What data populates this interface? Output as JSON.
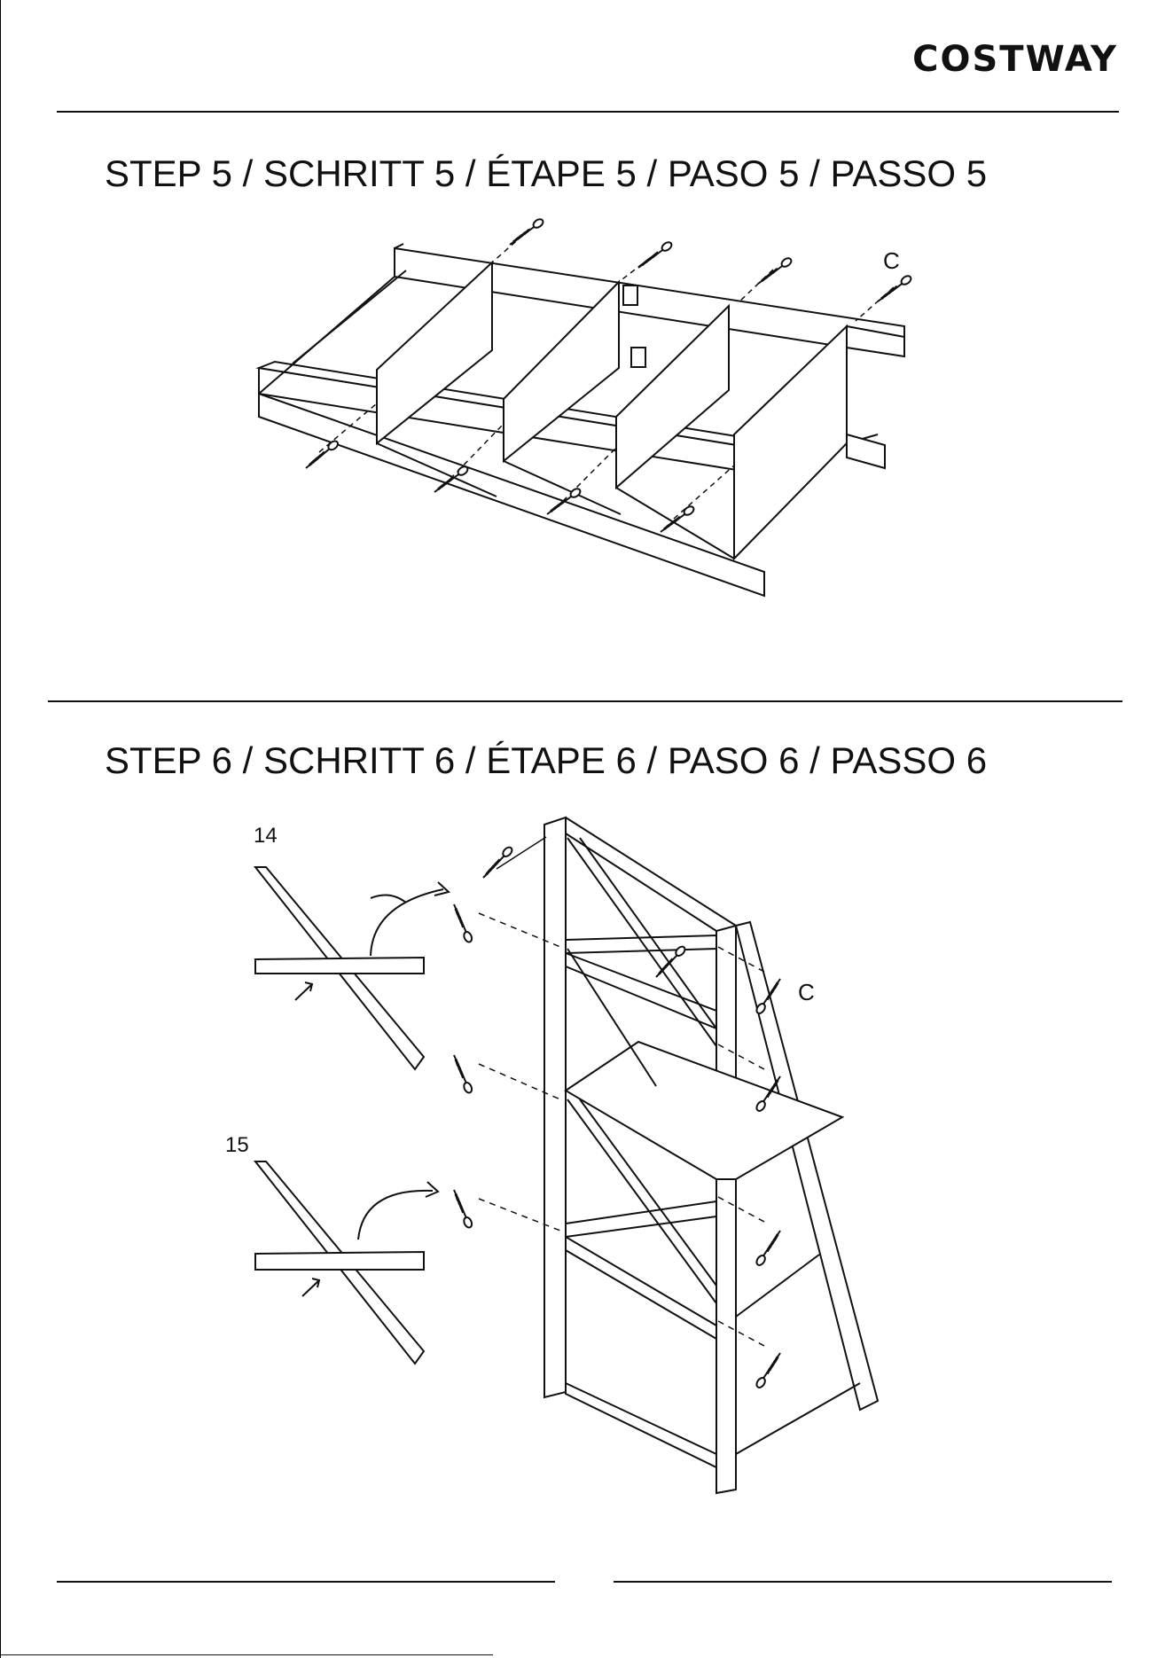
{
  "header": {
    "brand": "COSTWAY"
  },
  "step5": {
    "title": "STEP 5 / SCHRITT 5 / ÉTAPE 5 / PASO 5 / PASSO 5",
    "screw_label": "C"
  },
  "step6": {
    "title": "STEP 6 / SCHRITT 6 / ÉTAPE 6 / PASO 6 / PASSO 6",
    "part_a": "14",
    "part_b": "15",
    "screw_label": "C"
  }
}
